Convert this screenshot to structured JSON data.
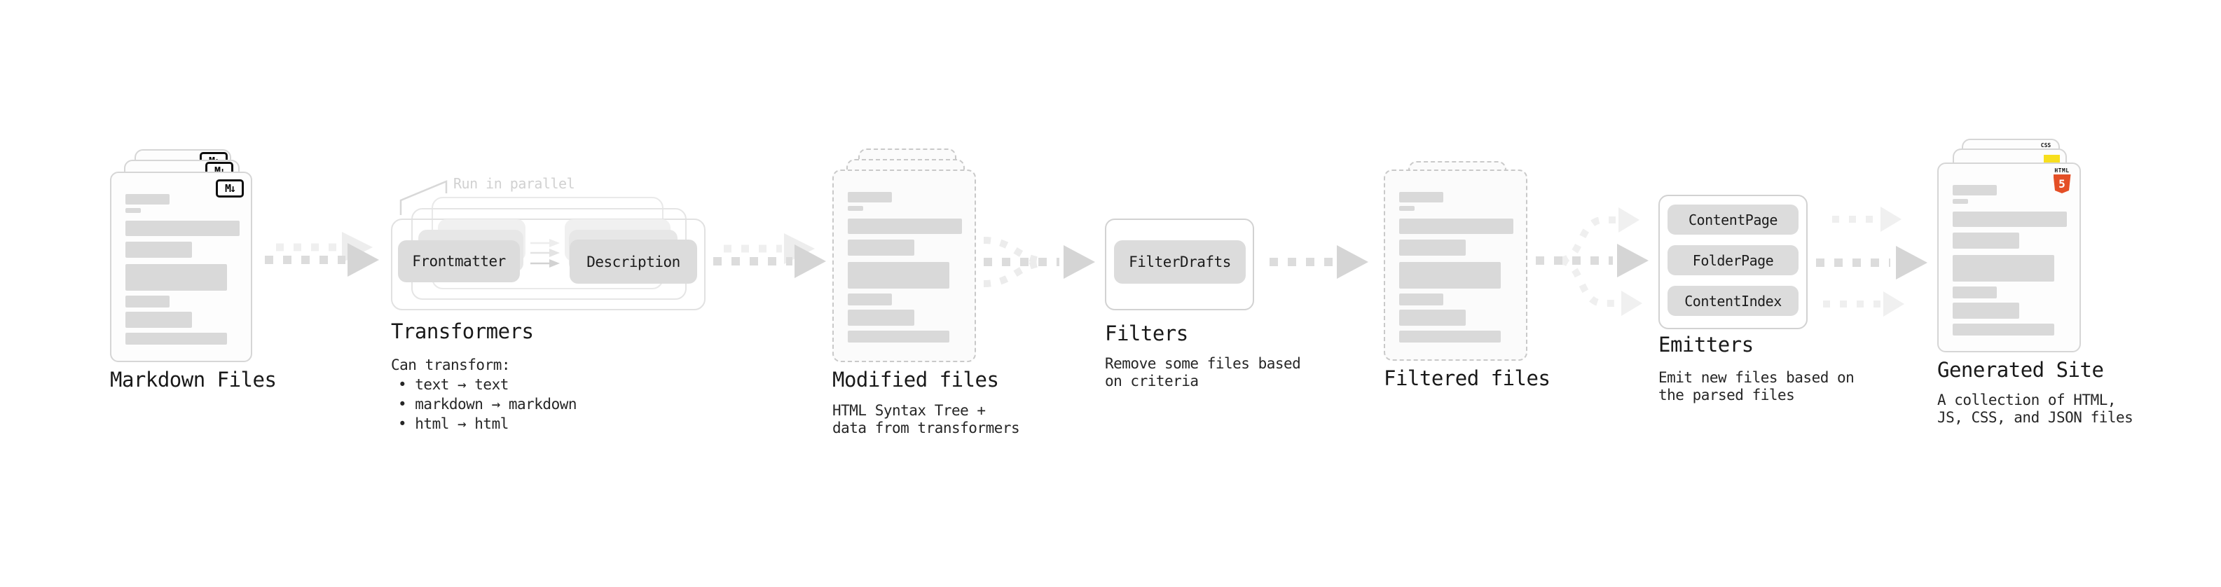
{
  "stages": {
    "markdown": {
      "title": "Markdown Files",
      "icon_label": "M↓"
    },
    "transformers": {
      "title": "Transformers",
      "callout": "Run in parallel",
      "chips": [
        "Frontmatter",
        "Description"
      ],
      "body_heading": "Can transform:",
      "bullets": [
        "• text → text",
        "• markdown → markdown",
        "• html → html"
      ]
    },
    "modified": {
      "title": "Modified files",
      "subtitle": [
        "HTML Syntax Tree +",
        "data from transformers"
      ]
    },
    "filters": {
      "title": "Filters",
      "chip": "FilterDrafts",
      "subtitle": [
        "Remove some files based",
        "on criteria"
      ]
    },
    "filtered": {
      "title": "Filtered files"
    },
    "emitters": {
      "title": "Emitters",
      "chips": [
        "ContentPage",
        "FolderPage",
        "ContentIndex"
      ],
      "subtitle": [
        "Emit new files based on",
        "the parsed files"
      ]
    },
    "generated": {
      "title": "Generated Site",
      "subtitle": [
        "A collection of HTML,",
        "JS, CSS, and JSON files"
      ],
      "badges": {
        "css_label": "CSS",
        "html_label": "HTML",
        "html_number": "5"
      }
    }
  },
  "colors": {
    "doc_bar": "#d9d9d9",
    "arrow_dark_dash": "#dcdcdc",
    "arrow_dark_head": "#d5d5d5",
    "arrow_light": "#eeeeee",
    "js_badge_yellow": "#f7df1e",
    "css_underline_blue": "#2f5be7",
    "html5_orange": "#e44f26"
  }
}
